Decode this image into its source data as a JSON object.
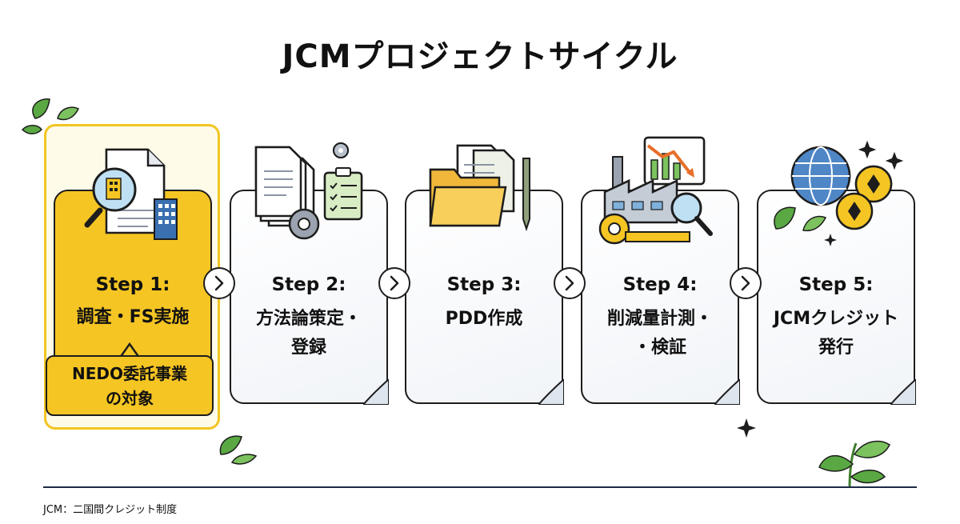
{
  "title": "JCMプロジェクトサイクル",
  "steps": [
    {
      "title": "Step 1:",
      "name": "調査・FS実施",
      "icon": "research-magnifier-building-icon"
    },
    {
      "title": "Step 2:",
      "name": "方法論策定・\n登録",
      "icon": "documents-gears-checklist-icon"
    },
    {
      "title": "Step 3:",
      "name": "PDD作成",
      "icon": "folder-documents-pen-icon"
    },
    {
      "title": "Step 4:",
      "name": "削減量計測・\n・検証",
      "icon": "factory-chart-measure-icon"
    },
    {
      "title": "Step 5:",
      "name": "JCMクレジット\n発行",
      "icon": "globe-coins-icon"
    }
  ],
  "callout": {
    "text": "NEDO委託事業\nの対象"
  },
  "footnote": "JCM：二国間クレジット制度",
  "colors": {
    "highlight": "#f5c523",
    "outline": "#1d1d1d",
    "leaf": "#5aa843",
    "card": "#f7f9fc"
  }
}
